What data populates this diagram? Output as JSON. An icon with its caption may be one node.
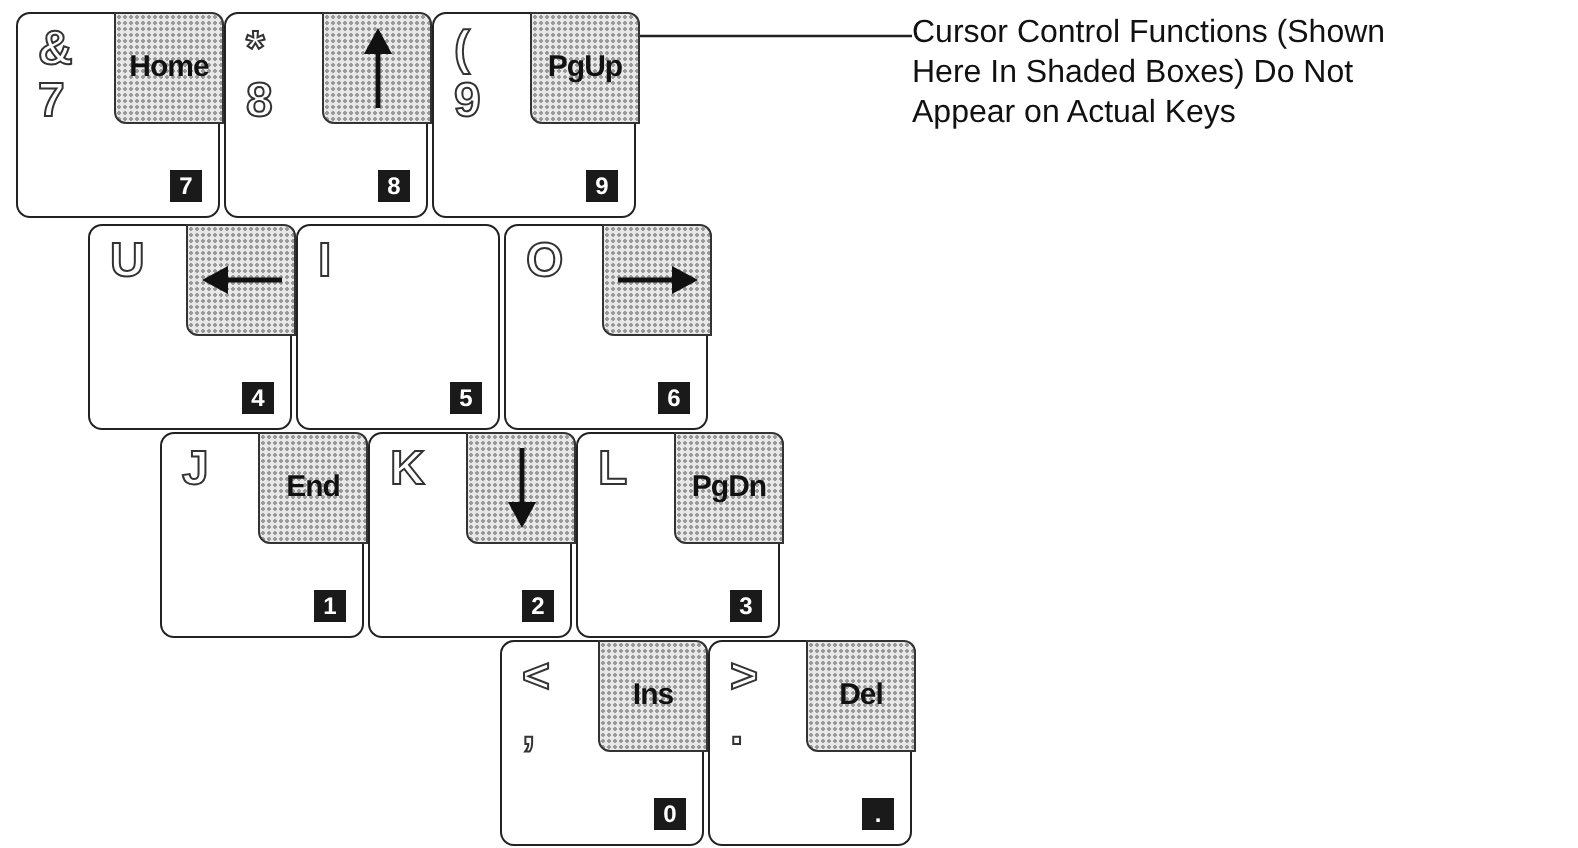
{
  "diagram": {
    "nodes": [
      {
        "text": [
          "&",
          "7"
        ]
      },
      {
        "text": [
          "Home"
        ],
        "in": 0
      },
      {
        "text": [
          "7"
        ],
        "in": 0
      },
      {
        "text": [
          "*",
          "8"
        ]
      },
      {
        "text": [],
        "shape": "box",
        "in": 3
      },
      {
        "text": [
          "8"
        ],
        "in": 3
      },
      {
        "text": [
          "(",
          "9"
        ]
      },
      {
        "text": [
          "PgUp"
        ],
        "in": 6
      },
      {
        "text": [
          "9"
        ],
        "in": 6
      },
      {
        "text": [
          "U"
        ]
      },
      {
        "text": [],
        "shape": "box",
        "in": 9
      },
      {
        "text": [
          "4"
        ],
        "in": 9
      },
      {
        "text": [
          "I"
        ]
      },
      {
        "text": [
          "5"
        ],
        "in": 12
      },
      {
        "text": [
          "O"
        ]
      },
      {
        "text": [],
        "shape": "box",
        "in": 14
      },
      {
        "text": [
          "6"
        ],
        "in": 14
      },
      {
        "text": [
          "J"
        ]
      },
      {
        "text": [
          "End"
        ],
        "in": 17
      },
      {
        "text": [
          "1"
        ],
        "in": 17
      },
      {
        "text": [
          "K"
        ]
      },
      {
        "text": [],
        "shape": "box",
        "in": 20
      },
      {
        "text": [
          "2"
        ],
        "in": 20
      },
      {
        "text": [
          "L"
        ]
      },
      {
        "text": [
          "PgDn"
        ],
        "in": 23
      },
      {
        "text": [
          "3"
        ],
        "in": 23
      },
      {
        "text": [
          "<",
          ","
        ]
      },
      {
        "text": [
          "Ins"
        ],
        "in": 26
      },
      {
        "text": [
          "0"
        ],
        "in": 26
      },
      {
        "text": [
          ">",
          "."
        ]
      },
      {
        "text": [
          "Del"
        ],
        "in": 29
      },
      {
        "text": [
          "."
        ],
        "in": 29
      },
      {
        "text": [
          "Cursor Control Functions (Shown Here In Shaded Boxes) Do Not Appear on Actual Keys"
        ]
      }
    ],
    "edges": [
      {
        "from": 32,
        "to": 6,
        "arrow": "none"
      }
    ]
  }
}
